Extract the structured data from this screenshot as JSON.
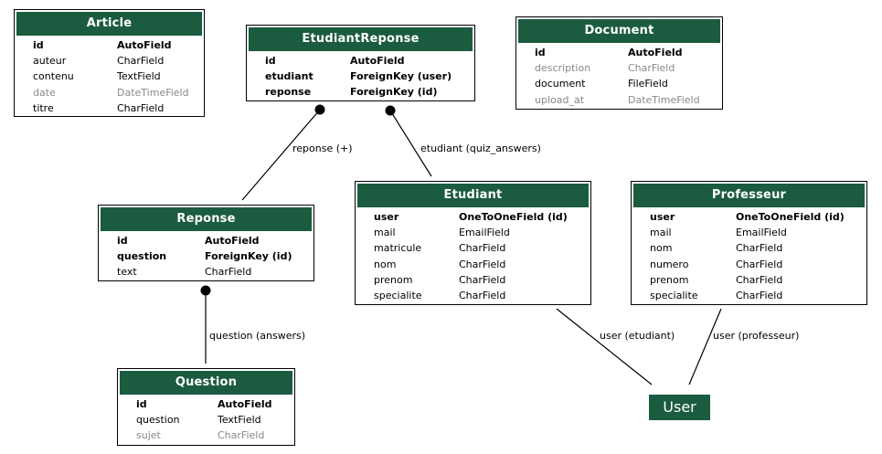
{
  "models": [
    {
      "id": "article",
      "title": "Article",
      "fields": [
        {
          "name": "id",
          "type": "AutoField",
          "style": "b"
        },
        {
          "name": "auteur",
          "type": "CharField",
          "style": ""
        },
        {
          "name": "contenu",
          "type": "TextField",
          "style": ""
        },
        {
          "name": "date",
          "type": "DateTimeField",
          "style": "g"
        },
        {
          "name": "titre",
          "type": "CharField",
          "style": ""
        }
      ]
    },
    {
      "id": "etrep",
      "title": "EtudiantReponse",
      "fields": [
        {
          "name": "id",
          "type": "AutoField",
          "style": "b"
        },
        {
          "name": "etudiant",
          "type": "ForeignKey (user)",
          "style": "b"
        },
        {
          "name": "reponse",
          "type": "ForeignKey (id)",
          "style": "b"
        }
      ]
    },
    {
      "id": "document",
      "title": "Document",
      "fields": [
        {
          "name": "id",
          "type": "AutoField",
          "style": "b"
        },
        {
          "name": "description",
          "type": "CharField",
          "style": "g"
        },
        {
          "name": "document",
          "type": "FileField",
          "style": ""
        },
        {
          "name": "upload_at",
          "type": "DateTimeField",
          "style": "g"
        }
      ]
    },
    {
      "id": "reponse",
      "title": "Reponse",
      "fields": [
        {
          "name": "id",
          "type": "AutoField",
          "style": "b"
        },
        {
          "name": "question",
          "type": "ForeignKey (id)",
          "style": "b"
        },
        {
          "name": "text",
          "type": "CharField",
          "style": ""
        }
      ]
    },
    {
      "id": "etudiant",
      "title": "Etudiant",
      "fields": [
        {
          "name": "user",
          "type": "OneToOneField (id)",
          "style": "b"
        },
        {
          "name": "mail",
          "type": "EmailField",
          "style": ""
        },
        {
          "name": "matricule",
          "type": "CharField",
          "style": ""
        },
        {
          "name": "nom",
          "type": "CharField",
          "style": ""
        },
        {
          "name": "prenom",
          "type": "CharField",
          "style": ""
        },
        {
          "name": "specialite",
          "type": "CharField",
          "style": ""
        }
      ]
    },
    {
      "id": "professeur",
      "title": "Professeur",
      "fields": [
        {
          "name": "user",
          "type": "OneToOneField (id)",
          "style": "b"
        },
        {
          "name": "mail",
          "type": "EmailField",
          "style": ""
        },
        {
          "name": "nom",
          "type": "CharField",
          "style": ""
        },
        {
          "name": "numero",
          "type": "CharField",
          "style": ""
        },
        {
          "name": "prenom",
          "type": "CharField",
          "style": ""
        },
        {
          "name": "specialite",
          "type": "CharField",
          "style": ""
        }
      ]
    },
    {
      "id": "question",
      "title": "Question",
      "fields": [
        {
          "name": "id",
          "type": "AutoField",
          "style": "b"
        },
        {
          "name": "question",
          "type": "TextField",
          "style": ""
        },
        {
          "name": "sujet",
          "type": "CharField",
          "style": "g"
        }
      ]
    }
  ],
  "user_node": "User",
  "edges": [
    {
      "id": "reponse-edge",
      "label": "reponse (+)"
    },
    {
      "id": "etudiant-edge",
      "label": "etudiant (quiz_answers)"
    },
    {
      "id": "question-edge",
      "label": "question (answers)"
    },
    {
      "id": "user-etudiant-edge",
      "label": "user (etudiant)"
    },
    {
      "id": "user-professeur-edge",
      "label": "user (professeur)"
    }
  ],
  "colors": {
    "header": "#1b5b3f",
    "header_text": "#ffffff",
    "nullable_text": "#888888"
  }
}
